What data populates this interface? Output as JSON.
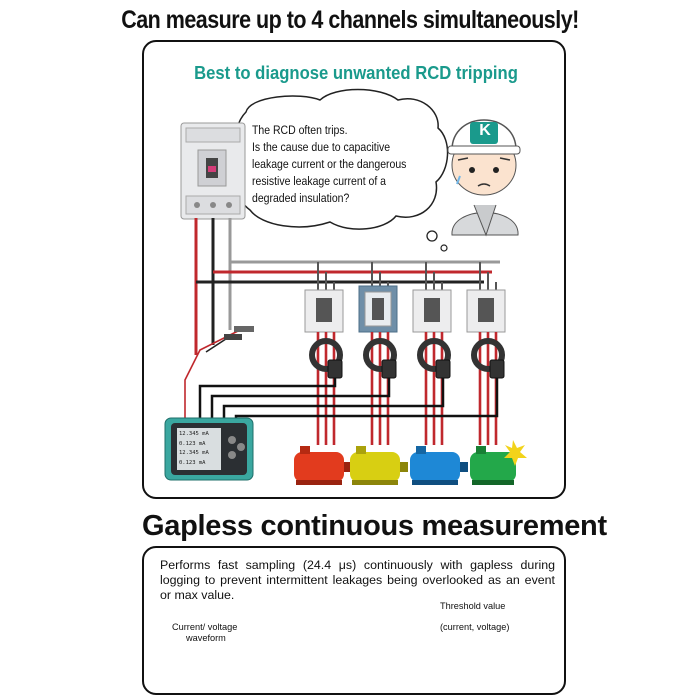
{
  "heading_top": "Can measure up to 4 channels simultaneously!",
  "heading_bottom": "Gapless continuous measurement",
  "panel1": {
    "subtitle": "Best to diagnose unwanted RCD tripping",
    "bubble_lines": [
      "The RCD often trips.",
      "Is the cause due to capacitive",
      "leakage current or the dangerous",
      "resistive leakage current of a",
      "degraded insulation?"
    ],
    "helmet_logo": "K",
    "motor_colors": [
      "#e23b1e",
      "#d8cf12",
      "#1e88d6",
      "#23a84a"
    ],
    "instrument_screen_lines": [
      "12.345 mA",
      "0.123 mA",
      "12.345 mA",
      "0.123 mA"
    ]
  },
  "panel2": {
    "paragraph": "Performs fast sampling (24.4 μs) continuously with gapless during logging to prevent intermittent leakages being overlooked as an event or max value.",
    "waveform_label_line1": "Current/ voltage",
    "waveform_label_line2": "waveform",
    "threshold_label": "Threshold value",
    "threshold_sub": "(current, voltage)"
  },
  "colors": {
    "accent": "#1a9a8c",
    "threshold_mark": "#c0392b",
    "arrow": "#2f5fa8"
  }
}
